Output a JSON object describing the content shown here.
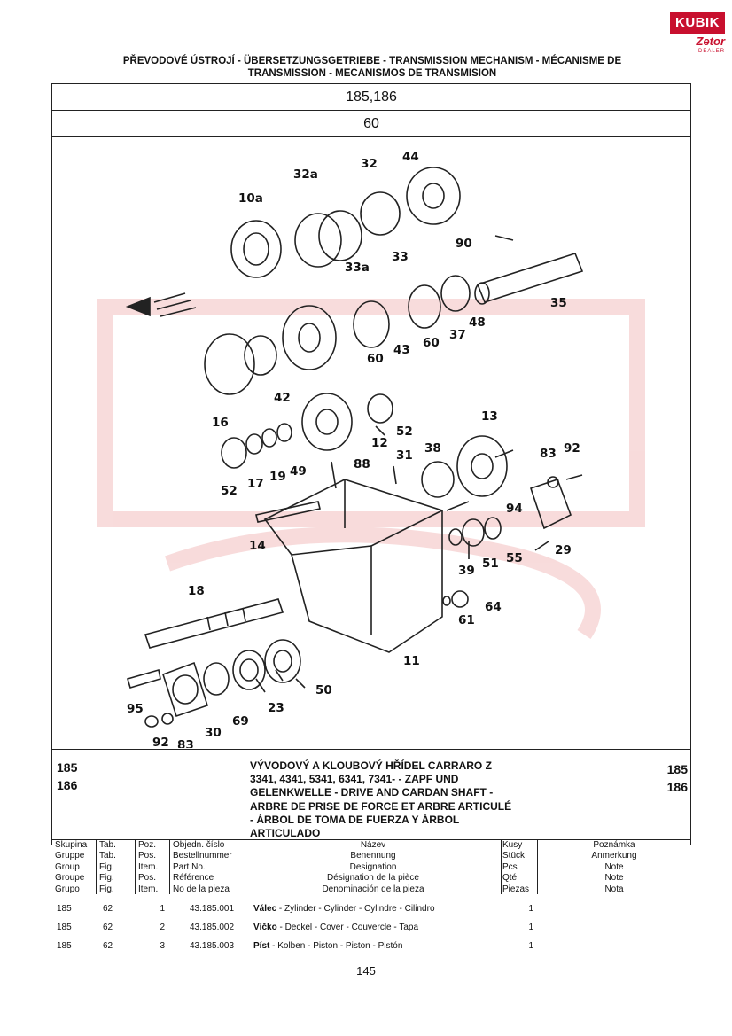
{
  "logo": {
    "brand": "KUBIK",
    "sub_brand": "Zetor",
    "sub_label": "DEALER"
  },
  "page_title": "PŘEVODOVÉ ÚSTROJÍ - ÜBERSETZUNGSGETRIEBE - TRANSMISSION MECHANISM - MÉCANISME DE TRANSMISSION - MECANISMOS DE TRANSMISION",
  "groups_box": "185,186",
  "table_box": "60",
  "diagram": {
    "watermark_color": "#e8a0a0",
    "labels": [
      "10a",
      "32a",
      "32",
      "44",
      "33",
      "33a",
      "90",
      "35",
      "48",
      "37",
      "60",
      "43",
      "60",
      "42",
      "16",
      "52",
      "12",
      "13",
      "92",
      "83",
      "38",
      "31",
      "88",
      "52",
      "17",
      "19",
      "49",
      "94",
      "29",
      "55",
      "51",
      "39",
      "14",
      "18",
      "64",
      "61",
      "11",
      "95",
      "92",
      "83",
      "30",
      "69",
      "23",
      "50"
    ]
  },
  "groups_left": [
    "185",
    "186"
  ],
  "groups_right": [
    "185",
    "186"
  ],
  "description": "VÝVODOVÝ A KLOUBOVÝ HŘÍDEL CARRARO Z 3341, 4341, 5341, 6341, 7341- - ZAPF UND GELENKWELLE - DRIVE AND CARDAN SHAFT - ARBRE DE PRISE DE FORCE ET ARBRE ARTICULÉ - ÁRBOL DE TOMA DE FUERZA Y ÁRBOL ARTICULADO",
  "columns": {
    "skupina": [
      "Skupina",
      "Gruppe",
      "Group",
      "Groupe",
      "Grupo"
    ],
    "tab": [
      "Tab.",
      "Tab.",
      "Fig.",
      "Fig.",
      "Fig."
    ],
    "poz": [
      "Poz.",
      "Pos.",
      "Item.",
      "Pos.",
      "Item."
    ],
    "part": [
      "Objedn. číslo",
      "Bestellnummer",
      "Part No.",
      "Référence",
      "No de la pieza"
    ],
    "name": [
      "Název",
      "Benennung",
      "Designation",
      "Désignation de la pièce",
      "Denominación de la pieza"
    ],
    "kusy": [
      "Kusy",
      "Stück",
      "Pcs",
      "Qté",
      "Piezas"
    ],
    "note": [
      "Poznámka",
      "Anmerkung",
      "Note",
      "Note",
      "Nota"
    ]
  },
  "rows": [
    {
      "group": "185",
      "tab": "62",
      "pos": "1",
      "part_no": "43.185.001",
      "name_bold": "Válec",
      "name_rest": " - Zylinder - Cylinder - Cylindre - Cilindro",
      "qty": "1"
    },
    {
      "group": "185",
      "tab": "62",
      "pos": "2",
      "part_no": "43.185.002",
      "name_bold": "Víčko",
      "name_rest": " - Deckel - Cover - Couvercle - Tapa",
      "qty": "1"
    },
    {
      "group": "185",
      "tab": "62",
      "pos": "3",
      "part_no": "43.185.003",
      "name_bold": "Píst",
      "name_rest": " - Kolben - Piston - Piston - Pistón",
      "qty": "1"
    }
  ],
  "page_number": "145"
}
